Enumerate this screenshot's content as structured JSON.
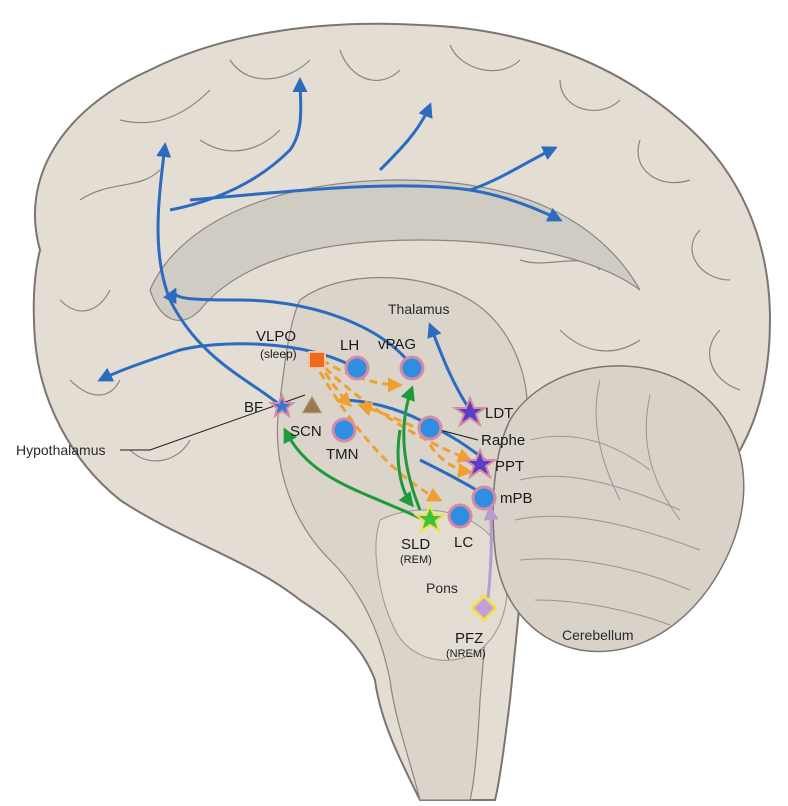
{
  "labels": {
    "thalamus": "Thalamus",
    "vlpo": "VLPO",
    "vlpo_state": "(sleep)",
    "lh": "LH",
    "vpag": "vPAG",
    "bf": "BF",
    "scn": "SCN",
    "tmn": "TMN",
    "ldt": "LDT",
    "raphe": "Raphe",
    "ppt": "PPT",
    "mpb": "mPB",
    "lc": "LC",
    "sld": "SLD",
    "sld_state": "(REM)",
    "pons": "Pons",
    "pfz": "PFZ",
    "pfz_state": "(NREM)",
    "cerebellum": "Cerebellum",
    "hypothalamus": "Hypothalamus"
  },
  "colors": {
    "brain_fill": "#e4ddd3",
    "brain_stroke": "#7a7570",
    "inner_fill": "#d0cbc3",
    "ascending_arousal": "#2b6cc0",
    "inhibitory": "#f0a030",
    "rem_pathway": "#1f9a3a",
    "nrem_pathway": "#b89cd0",
    "node_blue": "#2f8ee0",
    "node_ring": "#d88aa4",
    "vlpo_square": "#f06a1a",
    "scn_triangle": "#9a7850",
    "sld_star": "#3cc040",
    "pfz_diamond": "#c0a0d8"
  }
}
